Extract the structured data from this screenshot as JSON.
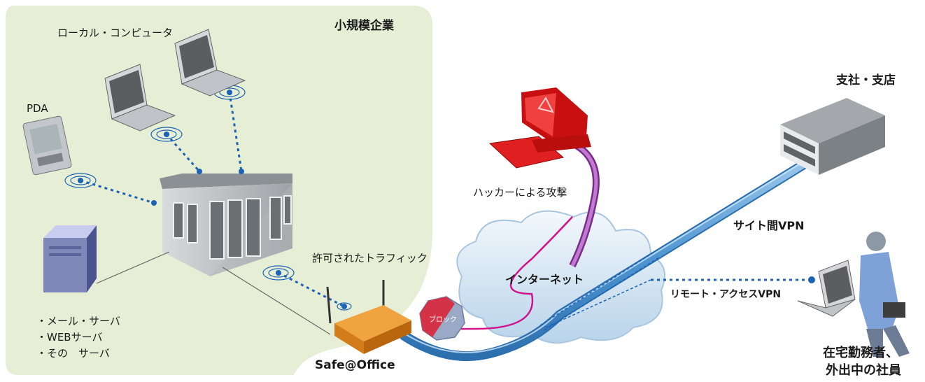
{
  "office": {
    "title": "小規模企業",
    "local_computer": "ローカル・コンピュータ",
    "pda": "PDA",
    "servers": [
      "・メール・サーバ",
      "・WEBサーバ",
      "・その　サーバ"
    ],
    "allowed_traffic": "許可されたトラフィック",
    "device": "Safe@Office"
  },
  "internet": {
    "label": "インターネット",
    "hacker": "ハッカーによる攻撃",
    "block": "ブロック"
  },
  "branch": {
    "label": "支社・支店",
    "site_vpn": "サイト間VPN"
  },
  "remote": {
    "vpn": "リモート・アクセスVPN",
    "worker_line1": "在宅勤務者、",
    "worker_line2": "外出中の社員"
  },
  "colors": {
    "office_bg": "#e6efd5",
    "tube": "#5aa0d8",
    "wireless_dots": "#1c63b8",
    "hacker": "#d81e1e",
    "attack_line": "#d2148c",
    "router": "#e8952a"
  }
}
